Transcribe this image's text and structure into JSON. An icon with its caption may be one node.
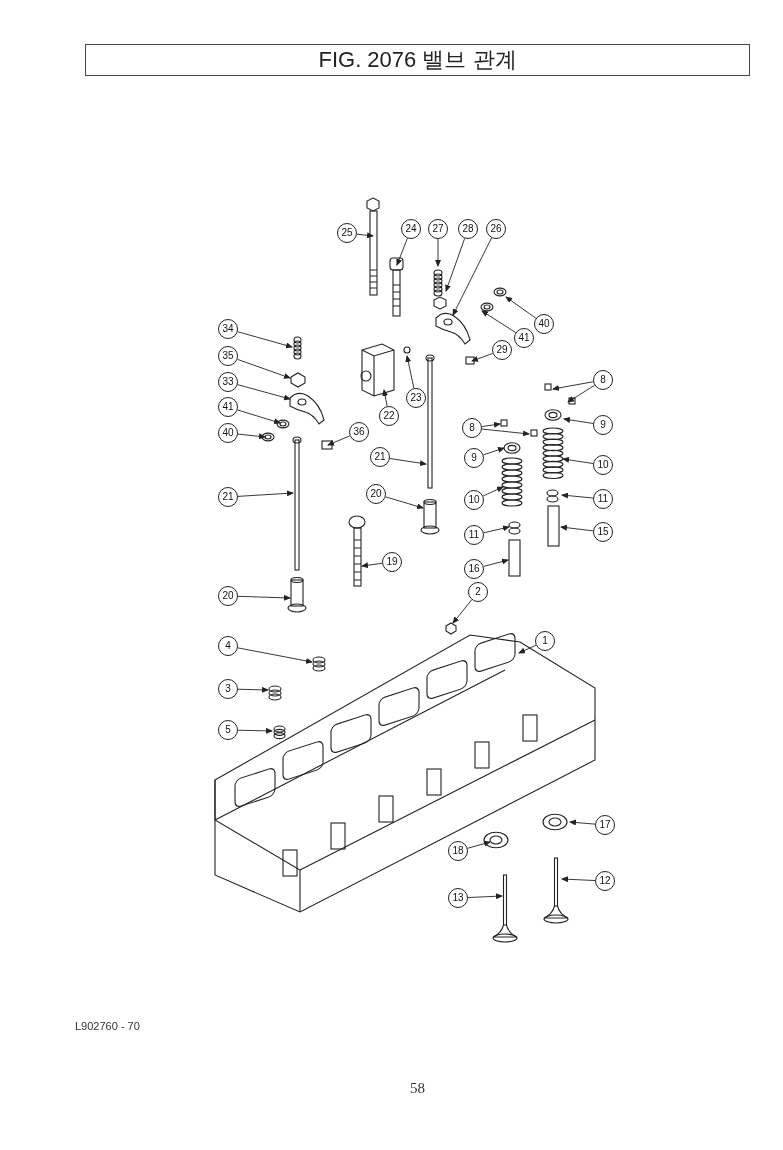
{
  "diagram": {
    "title": "FIG. 2076 밸브 관계",
    "nodes": [
      {
        "text": [
          "25"
        ]
      },
      {
        "text": [
          "24"
        ]
      },
      {
        "text": [
          "27"
        ]
      },
      {
        "text": [
          "28"
        ]
      },
      {
        "text": [
          "26"
        ]
      },
      {
        "text": [
          "40"
        ]
      },
      {
        "text": [
          "34"
        ]
      },
      {
        "text": [
          "41"
        ]
      },
      {
        "text": [
          "35"
        ]
      },
      {
        "text": [
          "29"
        ]
      },
      {
        "text": [
          "33"
        ]
      },
      {
        "text": [
          "23"
        ]
      },
      {
        "text": [
          "8"
        ]
      },
      {
        "text": [
          "22"
        ]
      },
      {
        "text": [
          "41"
        ]
      },
      {
        "text": [
          "40"
        ]
      },
      {
        "text": [
          "9"
        ]
      },
      {
        "text": [
          "8"
        ]
      },
      {
        "text": [
          "36"
        ]
      },
      {
        "text": [
          "21"
        ]
      },
      {
        "text": [
          "9"
        ]
      },
      {
        "text": [
          "10"
        ]
      },
      {
        "text": [
          "21"
        ]
      },
      {
        "text": [
          "20"
        ]
      },
      {
        "text": [
          "11"
        ]
      },
      {
        "text": [
          "10"
        ]
      },
      {
        "text": [
          "15"
        ]
      },
      {
        "text": [
          "11"
        ]
      },
      {
        "text": [
          "19"
        ]
      },
      {
        "text": [
          "16"
        ]
      },
      {
        "text": [
          "20"
        ]
      },
      {
        "text": [
          "2"
        ]
      },
      {
        "text": [
          "1"
        ]
      },
      {
        "text": [
          "4"
        ]
      },
      {
        "text": [
          "3"
        ]
      },
      {
        "text": [
          "5"
        ]
      },
      {
        "text": [
          "17"
        ]
      },
      {
        "text": [
          "18"
        ]
      },
      {
        "text": [
          "12"
        ]
      },
      {
        "text": [
          "13"
        ]
      }
    ],
    "edges": [
      {
        "from": 0,
        "to": null,
        "arrow": "to"
      },
      {
        "from": 1,
        "to": null,
        "arrow": "to"
      },
      {
        "from": 2,
        "to": null,
        "arrow": "to"
      },
      {
        "from": 3,
        "to": null,
        "arrow": "to"
      },
      {
        "from": 4,
        "to": null,
        "arrow": "to"
      },
      {
        "from": 5,
        "to": null,
        "arrow": "to"
      },
      {
        "from": 6,
        "to": null,
        "arrow": "to"
      },
      {
        "from": 7,
        "to": null,
        "arrow": "to"
      },
      {
        "from": 8,
        "to": null,
        "arrow": "to"
      },
      {
        "from": 9,
        "to": null,
        "arrow": "to"
      },
      {
        "from": 10,
        "to": null,
        "arrow": "to"
      },
      {
        "from": 11,
        "to": null,
        "arrow": "to"
      },
      {
        "from": 12,
        "to": null,
        "arrow": "to"
      },
      {
        "from": 12,
        "to": null,
        "arrow": "to"
      },
      {
        "from": 13,
        "to": null,
        "arrow": "to"
      },
      {
        "from": 14,
        "to": null,
        "arrow": "to"
      },
      {
        "from": 15,
        "to": null,
        "arrow": "to"
      },
      {
        "from": 16,
        "to": null,
        "arrow": "to"
      },
      {
        "from": 17,
        "to": null,
        "arrow": "to"
      },
      {
        "from": 17,
        "to": null,
        "arrow": "to"
      },
      {
        "from": 18,
        "to": null,
        "arrow": "to"
      },
      {
        "from": 19,
        "to": null,
        "arrow": "to"
      },
      {
        "from": 20,
        "to": null,
        "arrow": "to"
      },
      {
        "from": 21,
        "to": null,
        "arrow": "to"
      },
      {
        "from": 22,
        "to": null,
        "arrow": "to"
      },
      {
        "from": 23,
        "to": null,
        "arrow": "to"
      },
      {
        "from": 24,
        "to": null,
        "arrow": "to"
      },
      {
        "from": 25,
        "to": null,
        "arrow": "to"
      },
      {
        "from": 26,
        "to": null,
        "arrow": "to"
      },
      {
        "from": 27,
        "to": null,
        "arrow": "to"
      },
      {
        "from": 28,
        "to": null,
        "arrow": "to"
      },
      {
        "from": 29,
        "to": null,
        "arrow": "to"
      },
      {
        "from": 30,
        "to": null,
        "arrow": "to"
      },
      {
        "from": 31,
        "to": null,
        "arrow": "to"
      },
      {
        "from": 32,
        "to": null,
        "arrow": "to"
      },
      {
        "from": 33,
        "to": null,
        "arrow": "to"
      },
      {
        "from": 34,
        "to": null,
        "arrow": "to"
      },
      {
        "from": 35,
        "to": null,
        "arrow": "to"
      },
      {
        "from": 36,
        "to": null,
        "arrow": "to"
      },
      {
        "from": 37,
        "to": null,
        "arrow": "to"
      },
      {
        "from": 38,
        "to": null,
        "arrow": "to"
      },
      {
        "from": 39,
        "to": null,
        "arrow": "to"
      }
    ],
    "labels": [
      "L902760 - 70",
      "58"
    ]
  }
}
